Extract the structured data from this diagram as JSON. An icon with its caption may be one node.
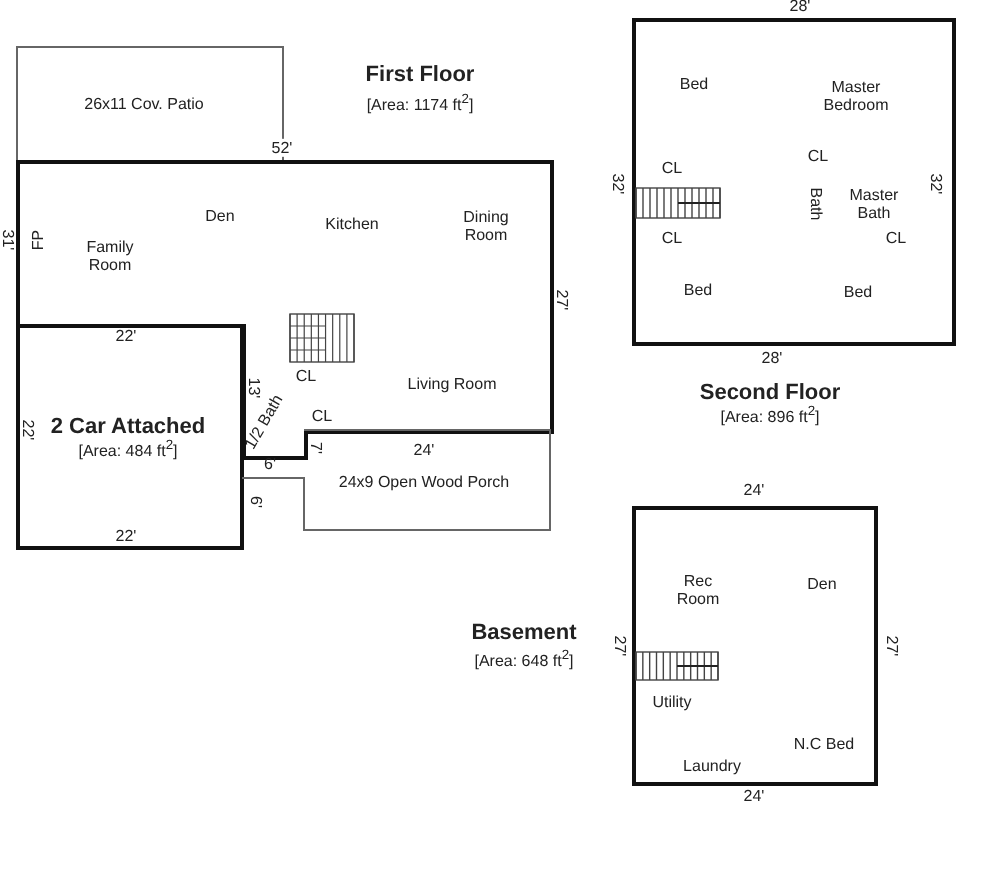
{
  "diagram": {
    "nodes": [
      {
        "text": [
          "26x11 Cov. Patio"
        ]
      },
      {
        "text": [
          "Family Room",
          "FP",
          "Den",
          "Kitchen",
          "Dining Room",
          "CL",
          "Living Room",
          "1/2 Bath",
          "CL"
        ]
      },
      {
        "text": [
          "2 Car Attached",
          "[Area: 484 ft$^{2}$]"
        ]
      },
      {
        "text": [
          "24x9 Open Wood Porch"
        ]
      },
      {
        "text": [
          "Bed",
          "Master Bedroom",
          "CL",
          "CL",
          "Bath",
          "Master Bath",
          "CL",
          "CL",
          "Bed",
          "Bed"
        ]
      },
      {
        "text": [
          "Rec Room",
          "Den",
          "Utility",
          "N.C Bed",
          "Laundry"
        ]
      }
    ],
    "edges": [],
    "labels": [
      "First Floor",
      "[Area: 1174 ft$^{2}$]",
      "52'",
      "31'",
      "27'",
      "22'",
      "13'",
      "22'",
      "7'",
      "24'",
      "6'",
      "6'",
      "22'",
      "28'",
      "32'",
      "32'",
      "28'",
      "Second Floor",
      "[Area: 896 ft$^{2}$]",
      "24'",
      "Basement",
      "[Area: 648 ft$^{2}$]",
      "27'",
      "27'",
      "24'"
    ]
  }
}
